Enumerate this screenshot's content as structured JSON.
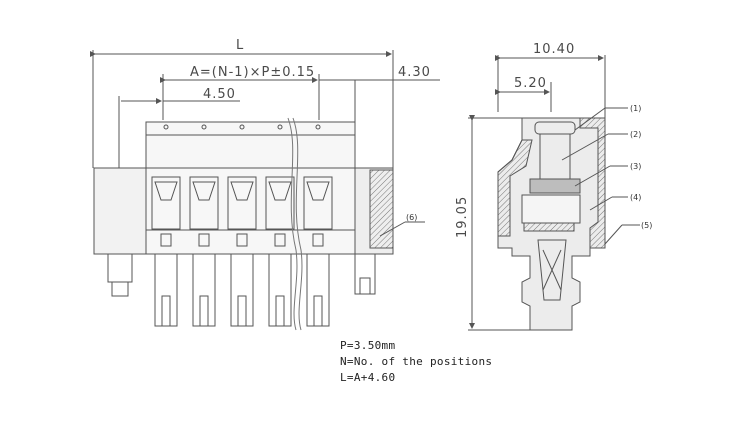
{
  "dimensions": {
    "overall_length": "L",
    "pitch_formula": "A=(N-1)×P±0.15",
    "right_offset": "4.30",
    "left_offset": "4.50",
    "side_depth": "10.40",
    "side_half": "5.20",
    "side_height": "19.05"
  },
  "callouts": [
    "(1)",
    "(2)",
    "(3)",
    "(4)",
    "(5)",
    "(6)"
  ],
  "notes": {
    "pitch": "P=3.50mm",
    "positions": "N=No. of the positions",
    "length": "L=A+4.60"
  },
  "colors": {
    "line": "#555555",
    "body_fill": "#e9e9e9",
    "section_fill": "#c8c8c8"
  }
}
